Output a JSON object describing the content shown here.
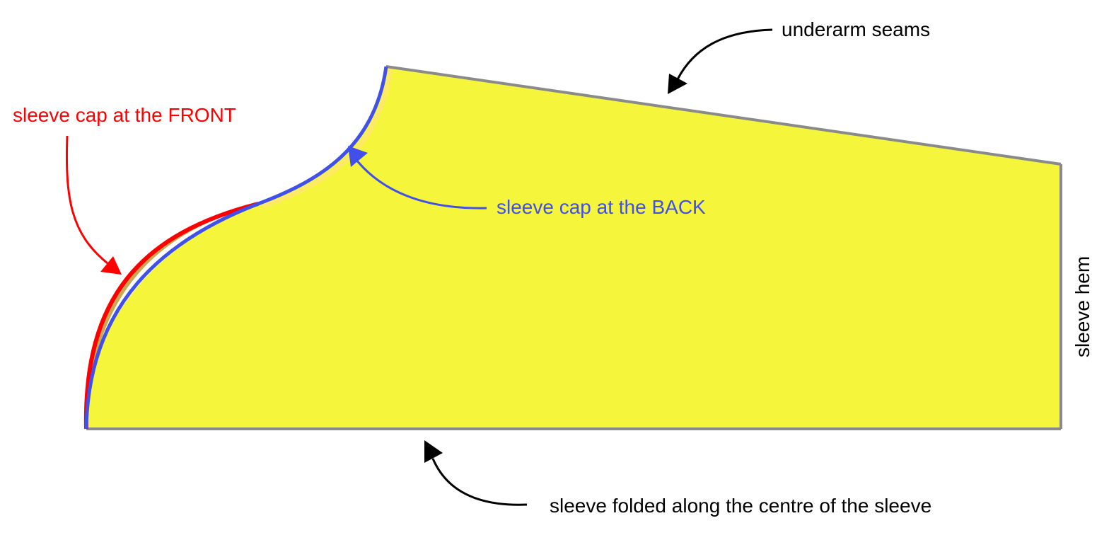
{
  "labels": {
    "underarm_seams": "underarm seams",
    "front_cap": "sleeve cap at the FRONT",
    "back_cap": "sleeve cap at the BACK",
    "sleeve_hem": "sleeve hem",
    "fold_line": "sleeve folded along the centre of the sleeve"
  },
  "colors": {
    "fabric_fill": "#f5f53c",
    "outline": "#8a8a8a",
    "front_cap": "#ff0000",
    "back_cap": "#4050e8",
    "overlap_fill": "#c8a850",
    "label_text": "#000000",
    "arrow": "#000000"
  }
}
